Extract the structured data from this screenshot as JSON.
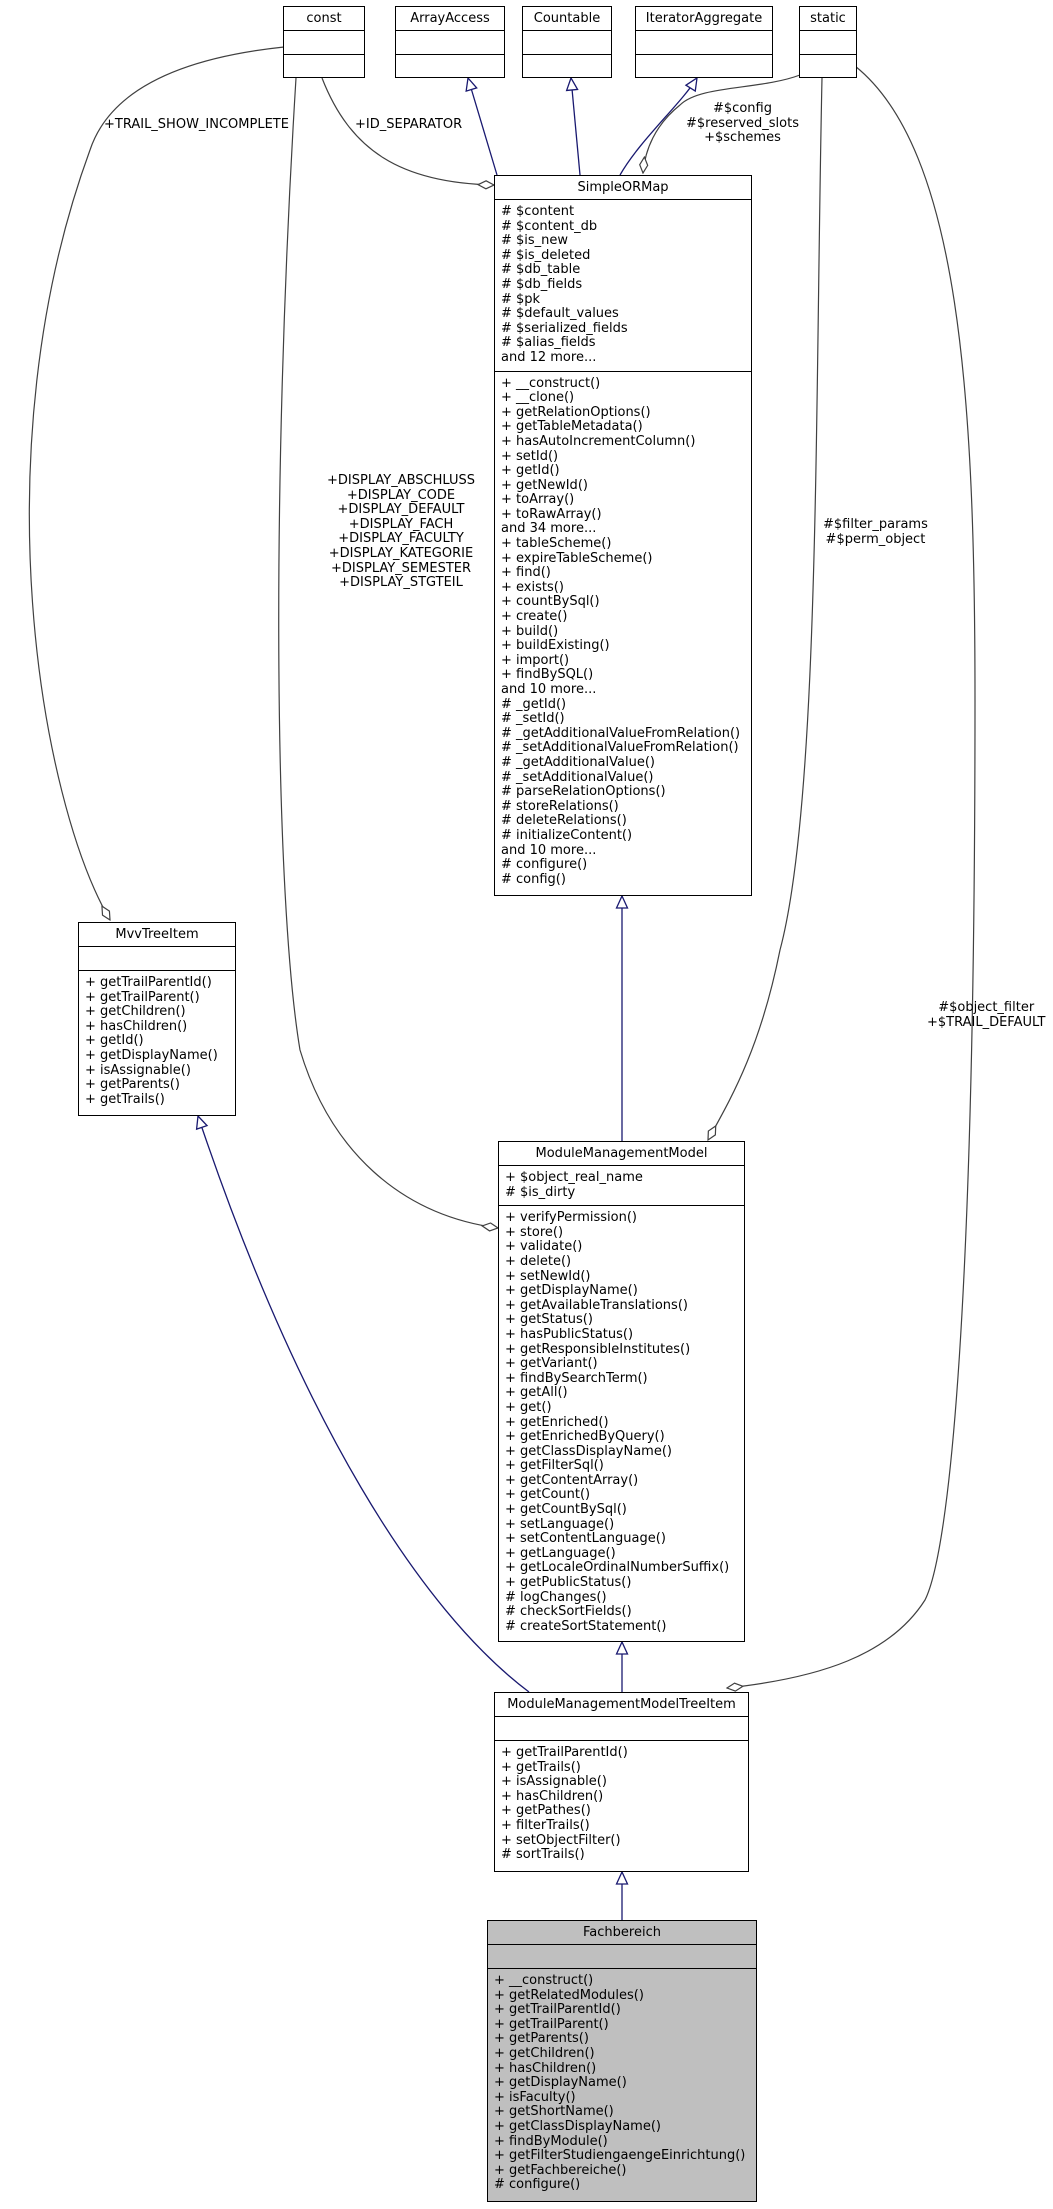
{
  "classes": {
    "const": {
      "name": "const",
      "attributes": [],
      "methods": []
    },
    "array_access": {
      "name": "ArrayAccess",
      "attributes": [],
      "methods": []
    },
    "countable": {
      "name": "Countable",
      "attributes": [],
      "methods": []
    },
    "iterator_aggregate": {
      "name": "IteratorAggregate",
      "attributes": [],
      "methods": []
    },
    "static": {
      "name": "static",
      "attributes": [],
      "methods": []
    },
    "simple_orm_map": {
      "name": "SimpleORMap",
      "attributes": [
        "# $content",
        "# $content_db",
        "# $is_new",
        "# $is_deleted",
        "# $db_table",
        "# $db_fields",
        "# $pk",
        "# $default_values",
        "# $serialized_fields",
        "# $alias_fields",
        "and 12 more..."
      ],
      "methods": [
        "+ __construct()",
        "+ __clone()",
        "+ getRelationOptions()",
        "+ getTableMetadata()",
        "+ hasAutoIncrementColumn()",
        "+ setId()",
        "+ getId()",
        "+ getNewId()",
        "+ toArray()",
        "+ toRawArray()",
        "and 34 more...",
        "+ tableScheme()",
        "+ expireTableScheme()",
        "+ find()",
        "+ exists()",
        "+ countBySql()",
        "+ create()",
        "+ build()",
        "+ buildExisting()",
        "+ import()",
        "+ findBySQL()",
        "and 10 more...",
        "# _getId()",
        "# _setId()",
        "# _getAdditionalValueFromRelation()",
        "# _setAdditionalValueFromRelation()",
        "# _getAdditionalValue()",
        "# _setAdditionalValue()",
        "# parseRelationOptions()",
        "# storeRelations()",
        "# deleteRelations()",
        "# initializeContent()",
        "and 10 more...",
        "# configure()",
        "# config()"
      ]
    },
    "mvv_tree_item": {
      "name": "MvvTreeItem",
      "attributes": [],
      "methods": [
        "+ getTrailParentId()",
        "+ getTrailParent()",
        "+ getChildren()",
        "+ hasChildren()",
        "+ getId()",
        "+ getDisplayName()",
        "+ isAssignable()",
        "+ getParents()",
        "+ getTrails()"
      ]
    },
    "module_management_model": {
      "name": "ModuleManagementModel",
      "attributes": [
        "+ $object_real_name",
        "# $is_dirty"
      ],
      "methods": [
        "+ verifyPermission()",
        "+ store()",
        "+ validate()",
        "+ delete()",
        "+ setNewId()",
        "+ getDisplayName()",
        "+ getAvailableTranslations()",
        "+ getStatus()",
        "+ hasPublicStatus()",
        "+ getResponsibleInstitutes()",
        "+ getVariant()",
        "+ findBySearchTerm()",
        "+ getAll()",
        "+ get()",
        "+ getEnriched()",
        "+ getEnrichedByQuery()",
        "+ getClassDisplayName()",
        "+ getFilterSql()",
        "+ getContentArray()",
        "+ getCount()",
        "+ getCountBySql()",
        "+ setLanguage()",
        "+ setContentLanguage()",
        "+ getLanguage()",
        "+ getLocaleOrdinalNumberSuffix()",
        "+ getPublicStatus()",
        "# logChanges()",
        "# checkSortFields()",
        "# createSortStatement()"
      ]
    },
    "module_management_model_tree_item": {
      "name": "ModuleManagementModelTreeItem",
      "attributes": [],
      "methods": [
        "+ getTrailParentId()",
        "+ getTrails()",
        "+ isAssignable()",
        "+ hasChildren()",
        "+ getPathes()",
        "+ filterTrails()",
        "+ setObjectFilter()",
        "# sortTrails()"
      ]
    },
    "fachbereich": {
      "name": "Fachbereich",
      "attributes": [],
      "methods": [
        "+ __construct()",
        "+ getRelatedModules()",
        "+ getTrailParentId()",
        "+ getTrailParent()",
        "+ getParents()",
        "+ getChildren()",
        "+ hasChildren()",
        "+ getDisplayName()",
        "+ isFaculty()",
        "+ getShortName()",
        "+ getClassDisplayName()",
        "+ findByModule()",
        "+ getFilterStudiengaengeEinrichtung()",
        "+ getFachbereiche()",
        "# configure()"
      ]
    }
  },
  "edge_labels": {
    "trail_show_incomplete": [
      "+TRAIL_SHOW_INCOMPLETE"
    ],
    "id_separator": [
      "+ID_SEPARATOR"
    ],
    "static_to_orm": [
      "#$config",
      "#$reserved_slots",
      "+$schemes"
    ],
    "display_constants": [
      "+DISPLAY_ABSCHLUSS",
      "+DISPLAY_CODE",
      "+DISPLAY_DEFAULT",
      "+DISPLAY_FACH",
      "+DISPLAY_FACULTY",
      "+DISPLAY_KATEGORIE",
      "+DISPLAY_SEMESTER",
      "+DISPLAY_STGTEIL"
    ],
    "filter_params": [
      "#$filter_params",
      "#$perm_object"
    ],
    "object_filter": [
      "#$object_filter",
      "+$TRAIL_DEFAULT"
    ]
  },
  "colors": {
    "inheritance": "#191970",
    "usage": "#404040",
    "highlight_fill": "#bfbfbf"
  }
}
